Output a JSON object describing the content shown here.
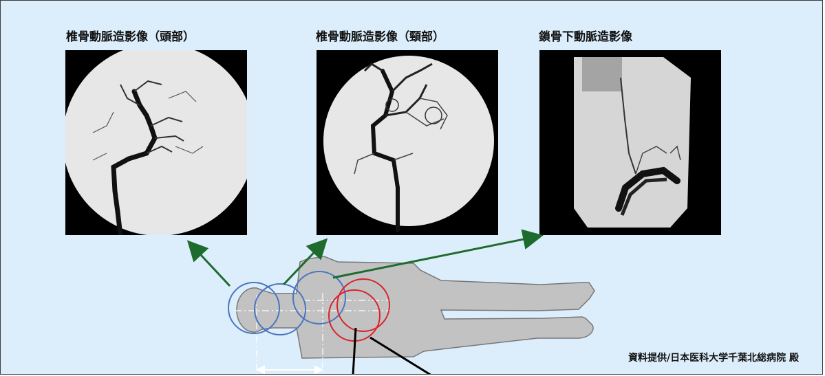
{
  "images": [
    {
      "caption": "椎骨動脈造影像（頭部）"
    },
    {
      "caption": "椎骨動脈造影像（頸部）"
    },
    {
      "caption": "鎖骨下動脈造影像"
    }
  ],
  "credit": "資料提供/日本医科大学千葉北総病院 殿",
  "colors": {
    "background": "#dceefb",
    "body_fill": "#c2c2c2",
    "body_stroke": "#777777",
    "blue_circle": "#4a74c0",
    "red_circle": "#d8242a",
    "arrow_green": "#1e6b2e"
  }
}
